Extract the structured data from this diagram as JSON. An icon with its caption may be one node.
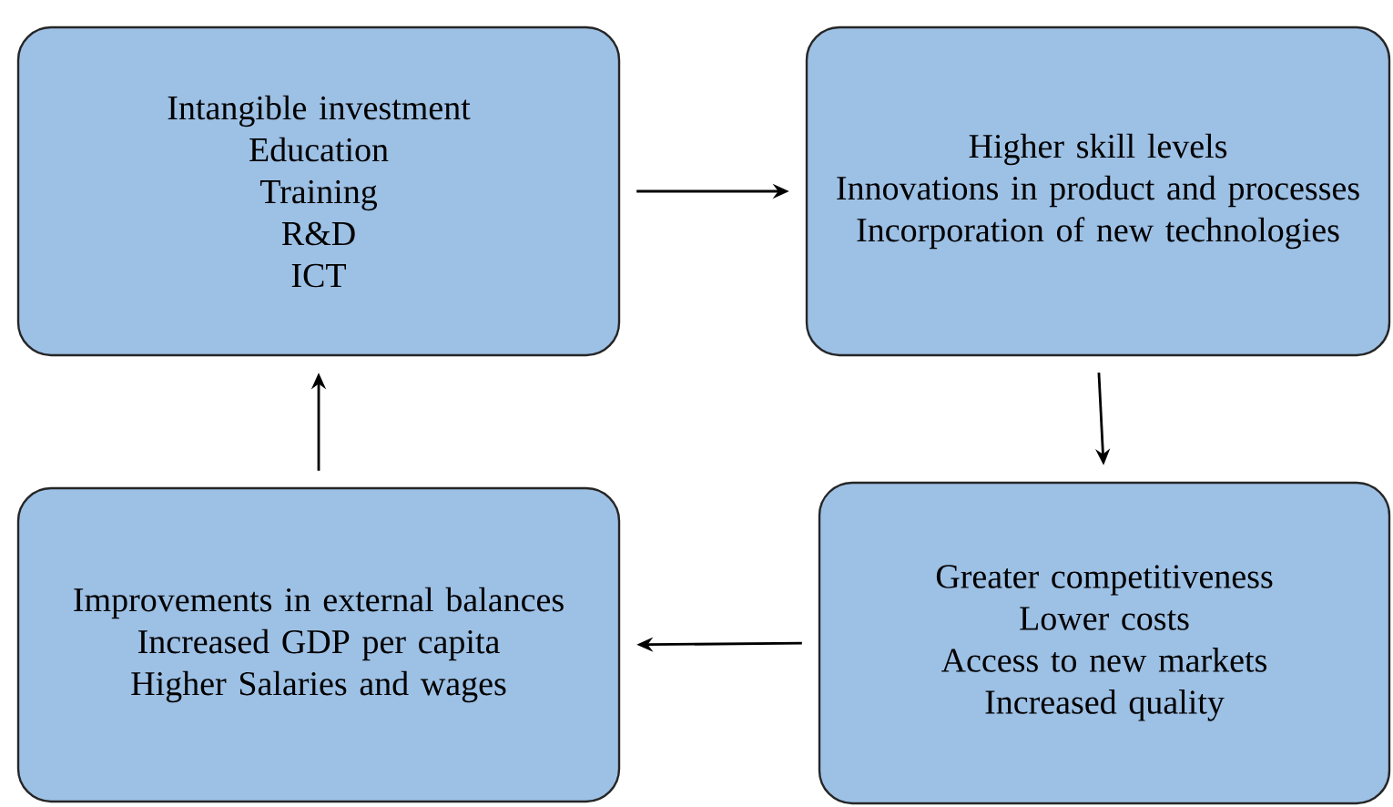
{
  "diagram": {
    "nodes": [
      {
        "text": [
          "Intangible investment",
          "Education",
          "Training",
          "R&D",
          "ICT"
        ]
      },
      {
        "text": [
          "Higher skill levels",
          "Innovations in product and processes",
          "Incorporation of new technologies"
        ]
      },
      {
        "text": [
          "Greater competitiveness",
          "Lower costs",
          "Access to new markets",
          "Increased quality"
        ]
      },
      {
        "text": [
          "Improvements in external balances",
          "Increased GDP per capita",
          "Higher Salaries and wages"
        ]
      }
    ],
    "edges": [
      {
        "from": 0,
        "to": 1,
        "arrow": "to"
      },
      {
        "from": 1,
        "to": 2,
        "arrow": "to"
      },
      {
        "from": 2,
        "to": 3,
        "arrow": "to"
      },
      {
        "from": 3,
        "to": 0,
        "arrow": "to"
      }
    ]
  }
}
